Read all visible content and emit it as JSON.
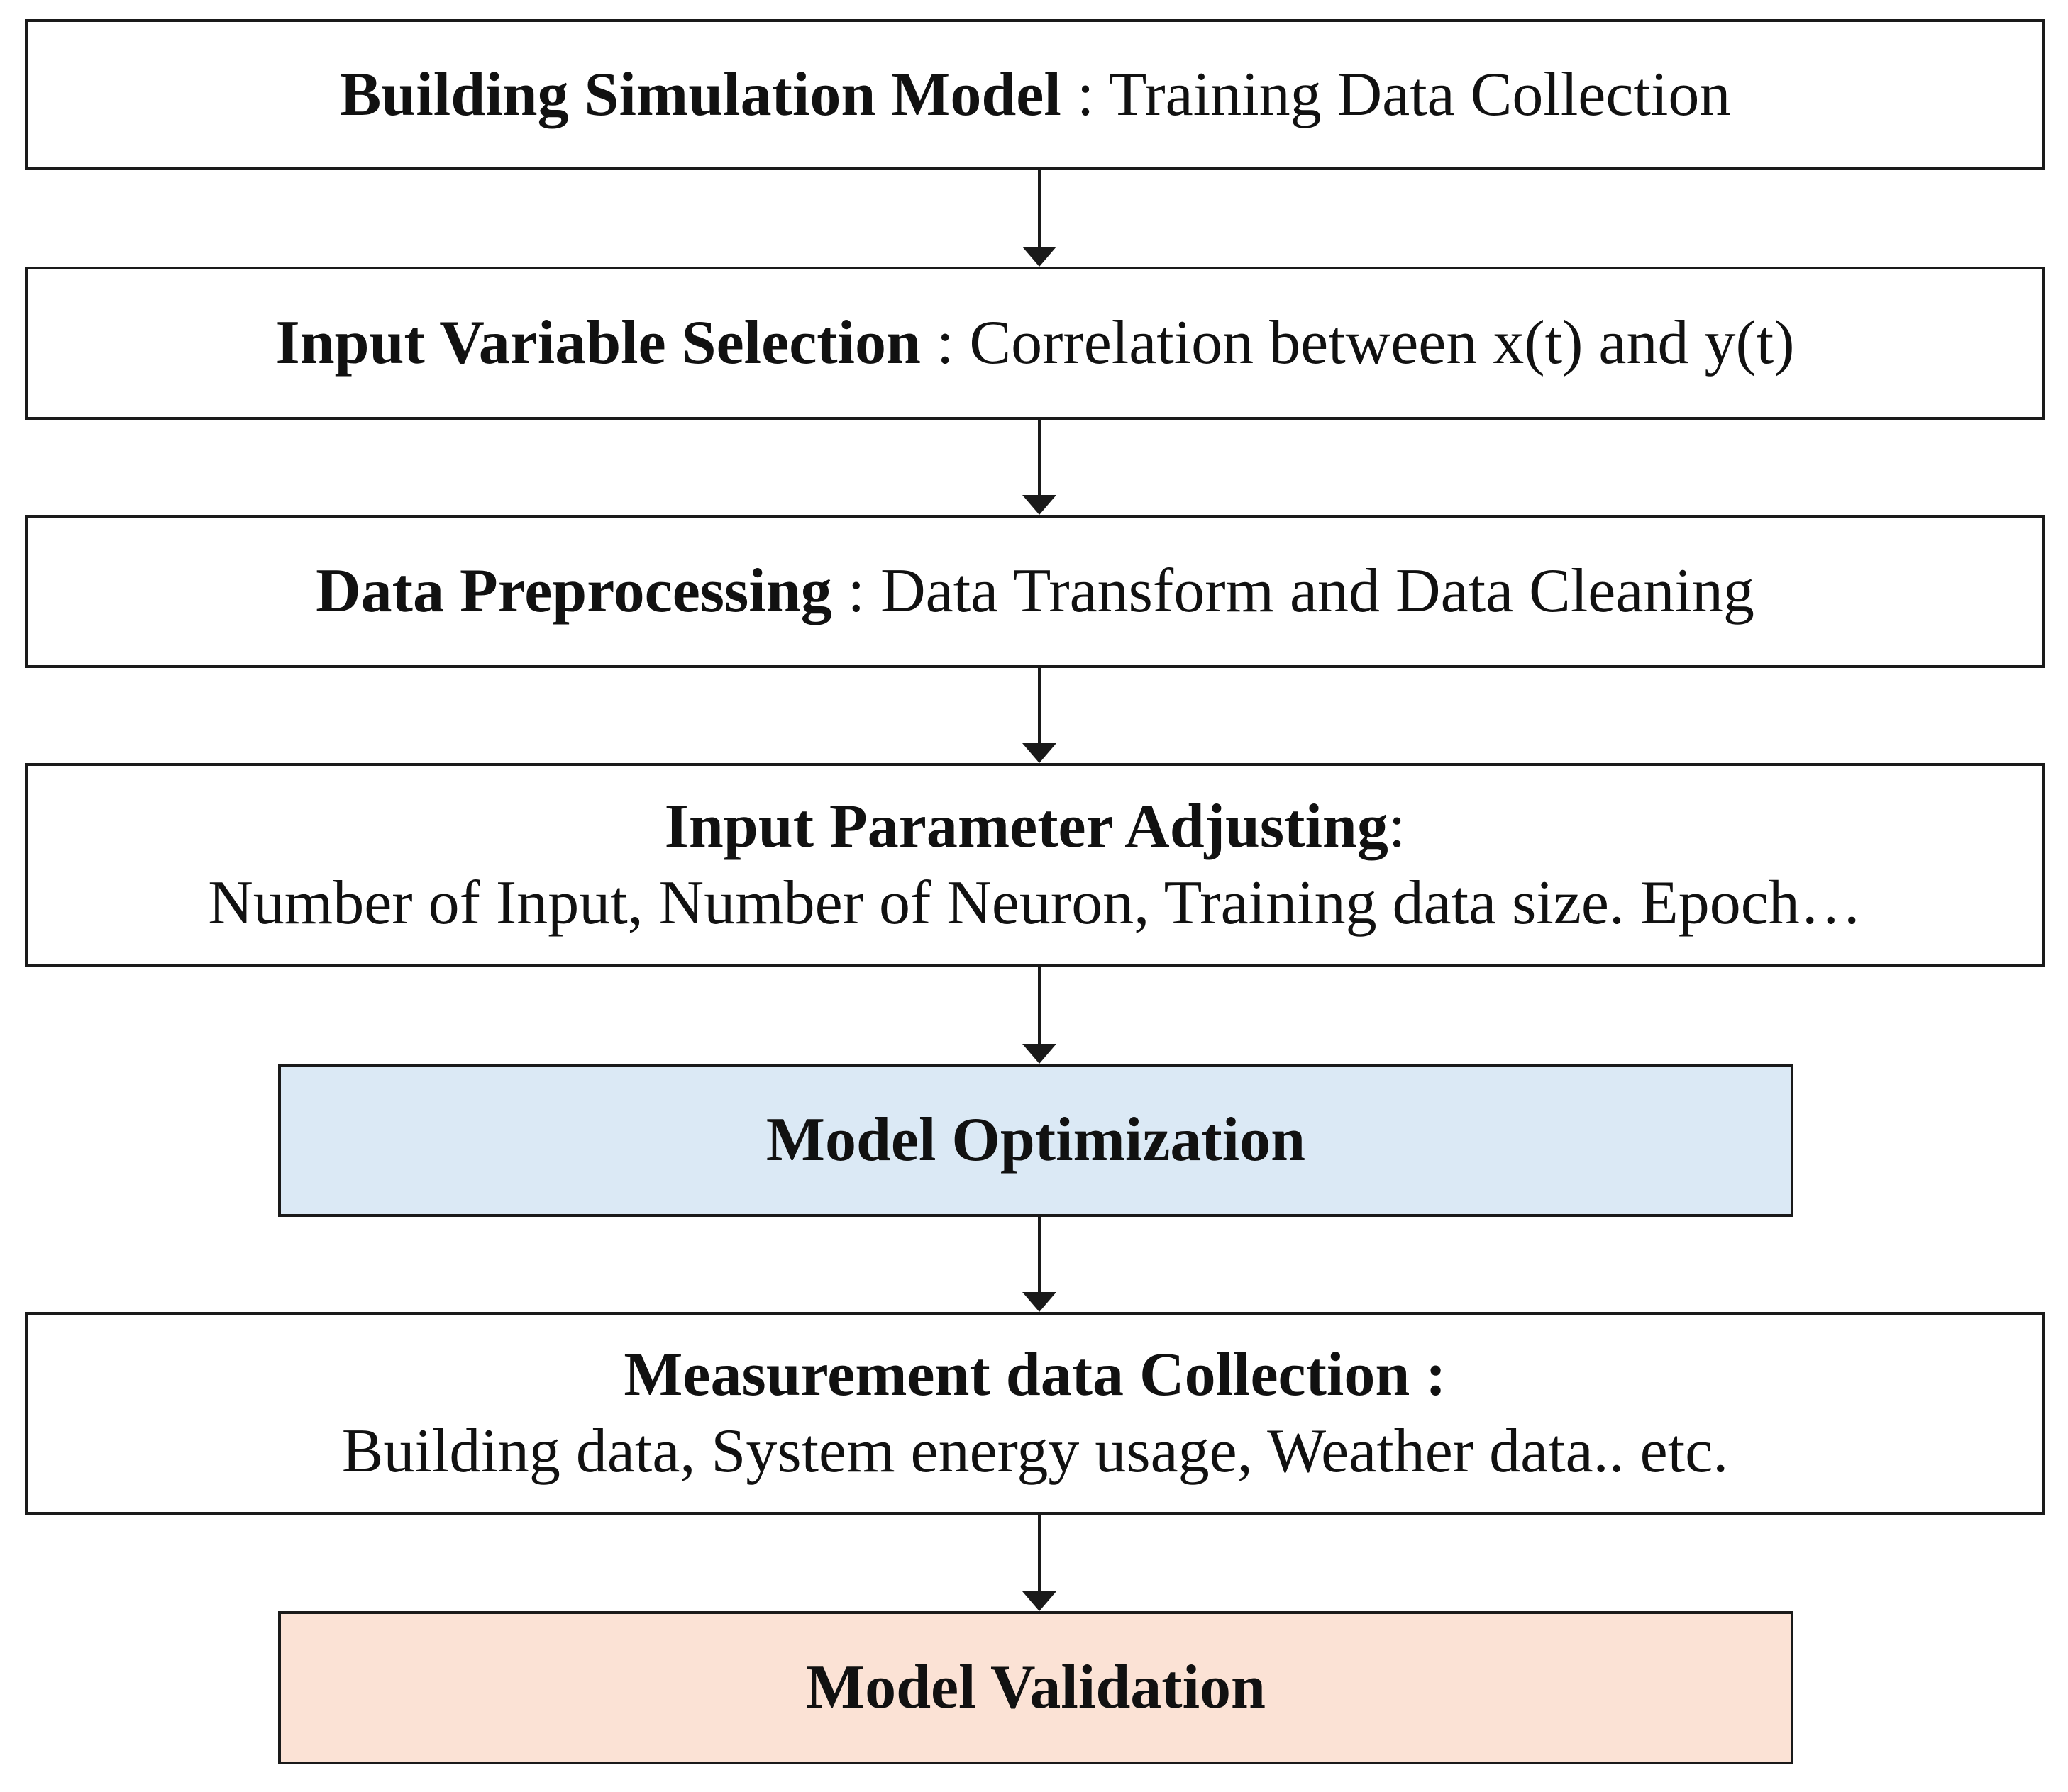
{
  "steps": [
    {
      "title": "Building Simulation Model",
      "sep": " : ",
      "detail": "Training Data Collection"
    },
    {
      "title": "Input Variable Selection",
      "sep": " : ",
      "detail": "Correlation between x(t) and y(t)"
    },
    {
      "title": "Data Preprocessing",
      "sep": " : ",
      "detail": "Data Transform and Data Cleaning"
    },
    {
      "title": "Input Parameter Adjusting",
      "sep": ":",
      "detail": "Number of Input, Number of Neuron, Training data size. Epoch…"
    },
    {
      "title": "Model Optimization"
    },
    {
      "title": "Measurement data Collection :",
      "detail": "Building data, System energy usage, Weather data.. etc."
    },
    {
      "title": "Model Validation"
    }
  ],
  "colors": {
    "optimization_fill": "#dbe9f5",
    "validation_fill": "#fbe2d5",
    "border": "#1a1a1a"
  }
}
